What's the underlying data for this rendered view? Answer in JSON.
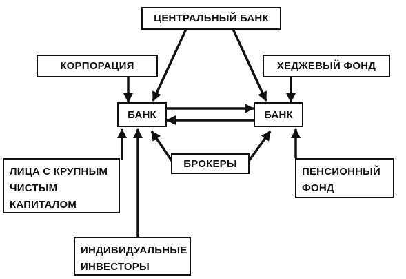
{
  "nodes": {
    "central_bank": "ЦЕНТРАЛЬНЫЙ БАНК",
    "corporation": "КОРПОРАЦИЯ",
    "hedge_fund": "ХЕДЖЕВЫЙ ФОНД",
    "bank_left": "БАНК",
    "bank_right": "БАНК",
    "brokers": "БРОКЕРЫ",
    "hnwi": "ЛИЦА С КРУПНЫМ\nЧИСТЫМ\nКАПИТАЛОМ",
    "pension_fund": "ПЕНСИОННЫЙ\nФОНД",
    "retail_investors": "ИНДИВИДУАЛЬНЫЕ\nИНВЕСТОРЫ"
  },
  "colors": {
    "stroke": "#111111",
    "background": "#ffffff"
  }
}
